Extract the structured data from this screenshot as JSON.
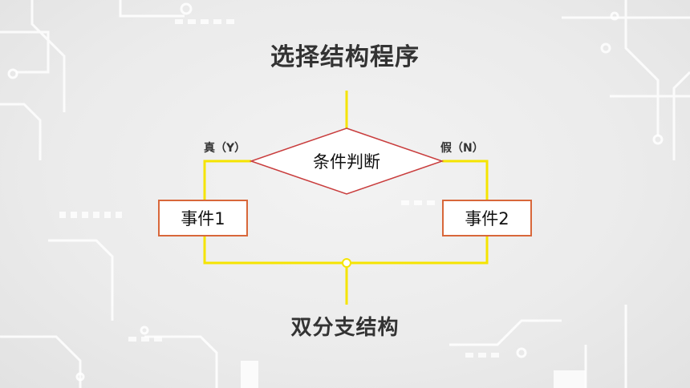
{
  "slide": {
    "title": "选择结构程序",
    "caption": "双分支结构"
  },
  "flowchart": {
    "decision": "条件判断",
    "true_label": "真（Y）",
    "false_label": "假（N）",
    "true_event": "事件1",
    "false_event": "事件2"
  },
  "colors": {
    "connector": "#f5e400",
    "box_border": "#d8673a",
    "text": "#333333",
    "circuit_decor": "#ffffff"
  }
}
